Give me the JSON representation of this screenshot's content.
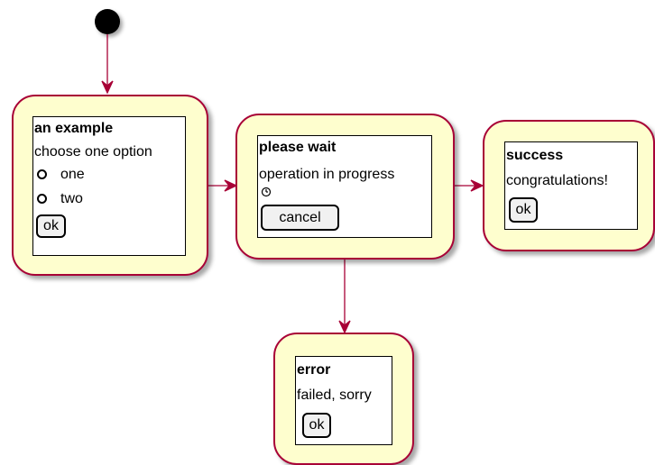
{
  "colors": {
    "state_fill": "#fefece",
    "state_border": "#a80036",
    "arrow": "#a80036",
    "start_dot": "#000000"
  },
  "states": {
    "example": {
      "title": "an example",
      "text": "choose one option",
      "options": [
        "one",
        "two"
      ],
      "button": "ok"
    },
    "wait": {
      "title": "please wait",
      "text": "operation in progress",
      "icon": "clock-icon",
      "button": "cancel"
    },
    "success": {
      "title": "success",
      "text": "congratulations!",
      "button": "ok"
    },
    "error": {
      "title": "error",
      "text": "failed, sorry",
      "button": "ok"
    }
  }
}
